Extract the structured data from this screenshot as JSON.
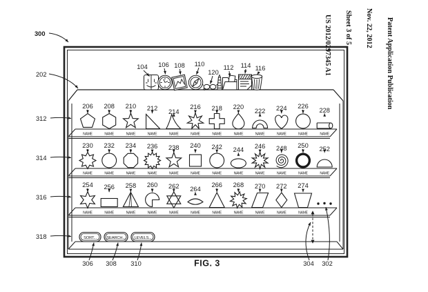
{
  "header": {
    "publication": "Patent Application Publication",
    "date": "Nov. 22, 2012",
    "sheet": "Sheet 3 of 5",
    "doc_number": "US 2012/0297345 A1"
  },
  "figure": {
    "caption": "FIG. 3",
    "system_ref": "300",
    "display_ref": "202",
    "row_spacer_ref": "304",
    "more_items_ref": "302",
    "toolbar_icons": [
      {
        "ref": "104",
        "icon": "finder-icon"
      },
      {
        "ref": "106",
        "icon": "clock-icon"
      },
      {
        "ref": "108",
        "icon": "photos-icon"
      },
      {
        "ref": "110",
        "icon": "compass-icon"
      },
      {
        "ref": "120",
        "icon": "glasses-icon"
      },
      {
        "ref": "112",
        "icon": "folder-icon"
      },
      {
        "ref": "114",
        "icon": "notes-icon"
      },
      {
        "ref": "116",
        "icon": "trash-icon"
      }
    ],
    "shelves": [
      {
        "ref": "312",
        "items": [
          {
            "ref": "206",
            "shape": "pentagon",
            "label": "NAME"
          },
          {
            "ref": "208",
            "shape": "hexagon",
            "label": "NAME"
          },
          {
            "ref": "210",
            "shape": "star5",
            "label": "NAME"
          },
          {
            "ref": "212",
            "shape": "right-triangle",
            "label": "NAME"
          },
          {
            "ref": "214",
            "shape": "flag",
            "label": "NAME"
          },
          {
            "ref": "216",
            "shape": "star7",
            "label": "NAME"
          },
          {
            "ref": "218",
            "shape": "cross",
            "label": "NAME"
          },
          {
            "ref": "220",
            "shape": "teardrop",
            "label": "NAME"
          },
          {
            "ref": "222",
            "shape": "arch",
            "label": "NAME"
          },
          {
            "ref": "224",
            "shape": "heart",
            "label": "NAME"
          },
          {
            "ref": "226",
            "shape": "circle",
            "label": "NAME"
          },
          {
            "ref": "228",
            "shape": "cylinder",
            "label": "NAME"
          }
        ]
      },
      {
        "ref": "314",
        "items": [
          {
            "ref": "230",
            "shape": "sun8",
            "label": "NAME"
          },
          {
            "ref": "232",
            "shape": "circle",
            "label": "NAME"
          },
          {
            "ref": "234",
            "shape": "octagon",
            "label": "NAME"
          },
          {
            "ref": "236",
            "shape": "sun12",
            "label": "NAME"
          },
          {
            "ref": "238",
            "shape": "star5",
            "label": "NAME"
          },
          {
            "ref": "240",
            "shape": "square",
            "label": "NAME"
          },
          {
            "ref": "242",
            "shape": "circle",
            "label": "NAME"
          },
          {
            "ref": "244",
            "shape": "ellipse-h",
            "label": "NAME"
          },
          {
            "ref": "246",
            "shape": "burst",
            "label": "NAME"
          },
          {
            "ref": "248",
            "shape": "spiral",
            "label": "NAME"
          },
          {
            "ref": "250",
            "shape": "ring",
            "label": "NAME"
          },
          {
            "ref": "252",
            "shape": "dome",
            "label": "NAME"
          }
        ]
      },
      {
        "ref": "316",
        "items": [
          {
            "ref": "254",
            "shape": "star6",
            "label": "NAME"
          },
          {
            "ref": "256",
            "shape": "rectangle",
            "label": "NAME"
          },
          {
            "ref": "258",
            "shape": "pyramid",
            "label": "NAME"
          },
          {
            "ref": "260",
            "shape": "pacman",
            "label": "NAME"
          },
          {
            "ref": "262",
            "shape": "hexagram",
            "label": "NAME"
          },
          {
            "ref": "264",
            "shape": "lens",
            "label": "NAME"
          },
          {
            "ref": "266",
            "shape": "triangle",
            "label": "NAME"
          },
          {
            "ref": "268",
            "shape": "burst10",
            "label": "NAME"
          },
          {
            "ref": "270",
            "shape": "parallelogram",
            "label": "NAME"
          },
          {
            "ref": "272",
            "shape": "diamond",
            "label": "NAME"
          },
          {
            "ref": "274",
            "shape": "trapezoid",
            "label": "NAME"
          }
        ]
      },
      {
        "ref": "318",
        "buttons": [
          {
            "ref": "306",
            "label": "SORT..."
          },
          {
            "ref": "308",
            "label": "SEARCH..."
          },
          {
            "ref": "310",
            "label": "LEVELS..."
          }
        ]
      }
    ]
  }
}
